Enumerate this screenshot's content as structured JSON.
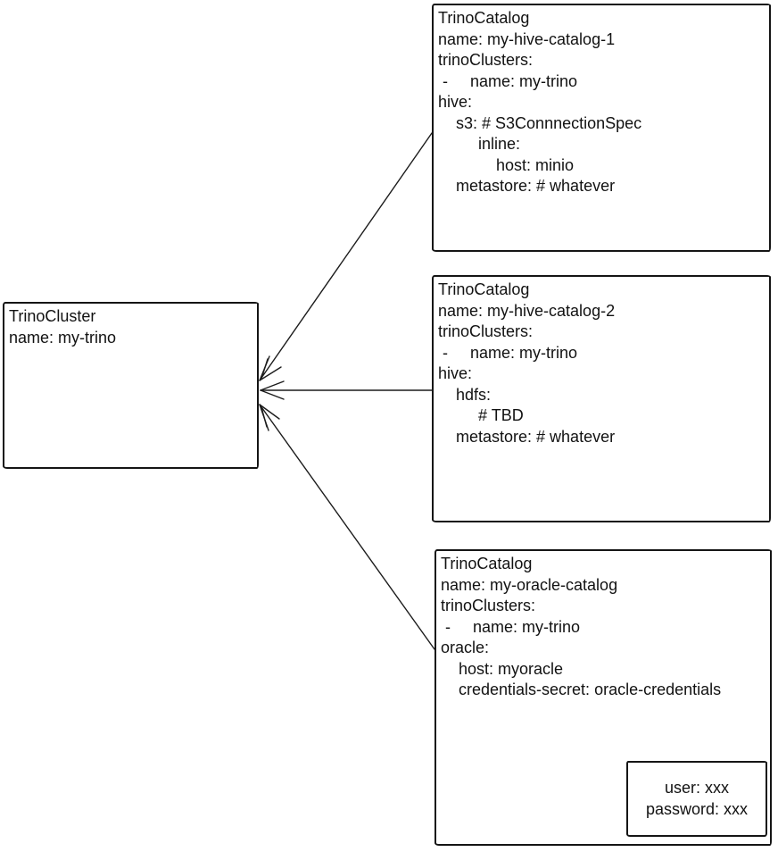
{
  "colors": {
    "stroke": "#1c1c1c",
    "background": "#ffffff"
  },
  "nodes": {
    "cluster": {
      "kind": "TrinoCluster",
      "lines": [
        "TrinoCluster",
        "name: my-trino"
      ]
    },
    "catalogs": [
      {
        "kind": "TrinoCatalog",
        "name": "my-hive-catalog-1",
        "lines": [
          "TrinoCatalog",
          "name: my-hive-catalog-1",
          "trinoClusters:",
          " -     name: my-trino",
          "hive:",
          "    s3: # S3ConnnectionSpec",
          "         inline:",
          "             host: minio",
          "    metastore: # whatever"
        ]
      },
      {
        "kind": "TrinoCatalog",
        "name": "my-hive-catalog-2",
        "lines": [
          "TrinoCatalog",
          "name: my-hive-catalog-2",
          "trinoClusters:",
          " -     name: my-trino",
          "hive:",
          "    hdfs:",
          "         # TBD",
          "    metastore: # whatever"
        ]
      },
      {
        "kind": "TrinoCatalog",
        "name": "my-oracle-catalog",
        "lines": [
          "TrinoCatalog",
          "name: my-oracle-catalog",
          "trinoClusters:",
          " -     name: my-trino",
          "oracle:",
          "    host: myoracle",
          "    credentials-secret: oracle-credentials"
        ]
      }
    ],
    "secret": {
      "kind": "Secret",
      "lines": [
        "user: xxx",
        "password: xxx"
      ]
    }
  },
  "edges": [
    {
      "from": "trino-catalog-1",
      "to": "trino-cluster",
      "type": "arrow"
    },
    {
      "from": "trino-catalog-2",
      "to": "trino-cluster",
      "type": "arrow"
    },
    {
      "from": "trino-catalog-3",
      "to": "trino-cluster",
      "type": "arrow"
    },
    {
      "from": "credentials-secret",
      "to": "oracle-secret",
      "type": "arrow"
    }
  ]
}
